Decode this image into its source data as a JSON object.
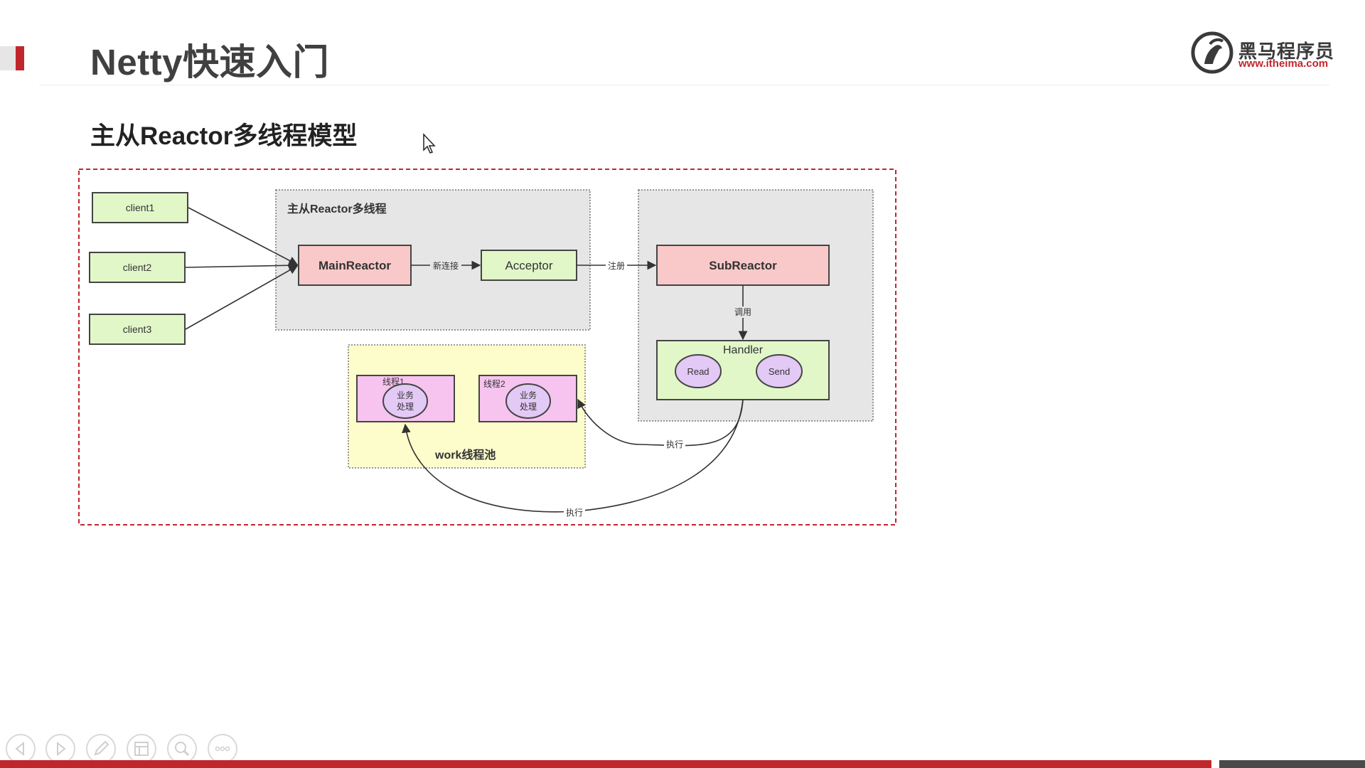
{
  "header": {
    "title": "Netty快速入门",
    "logo_name": "黑马程序员",
    "logo_url": "www.itheima.com"
  },
  "section": {
    "title": "主从Reactor多线程模型"
  },
  "diagram": {
    "clients": [
      "client1",
      "client2",
      "client3"
    ],
    "main_group_label": "主从Reactor多线程",
    "main_reactor": "MainReactor",
    "acceptor": "Acceptor",
    "sub_reactor": "SubReactor",
    "handler": "Handler",
    "handler_ops": [
      "Read",
      "Send"
    ],
    "edge_new_conn": "新连接",
    "edge_register": "注册",
    "edge_invoke": "调用",
    "edge_execute": "执行",
    "edge_execute_2": "执行",
    "work_pool_label": "work线程池",
    "threads": [
      {
        "name": "线程1",
        "task_line1": "业务",
        "task_line2": "处理"
      },
      {
        "name": "线程2",
        "task_line1": "业务",
        "task_line2": "处理"
      }
    ]
  },
  "colors": {
    "accent_red": "#c0272d",
    "client_fill": "#e2f7c8",
    "reactor_fill": "#f9c9c9",
    "handler_fill": "#e2f7c8",
    "op_fill": "#e3c9f5",
    "thread_fill": "#f6c4ee",
    "pool_fill": "#fdfdcb",
    "group_fill": "#e6e6e6"
  },
  "toolbar": {
    "icons": [
      "prev-icon",
      "next-icon",
      "pen-icon",
      "slides-icon",
      "zoom-icon",
      "more-icon"
    ]
  }
}
